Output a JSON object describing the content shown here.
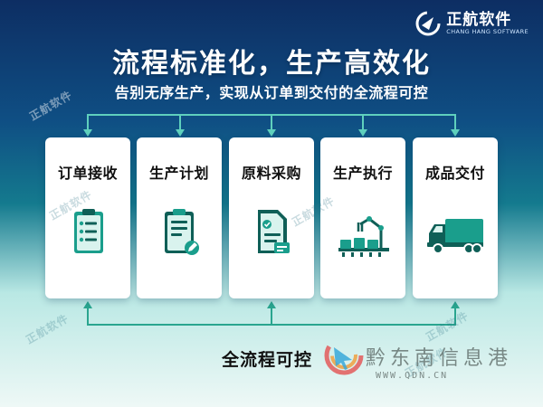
{
  "brand": {
    "name_cn": "正航软件",
    "name_en": "CHANG HANG SOFTWARE"
  },
  "header": {
    "title": "流程标准化，生产高效化",
    "subtitle": "告别无序生产，实现从订单到交付的全流程可控"
  },
  "steps": [
    {
      "label": "订单接收",
      "icon": "clipboard-list-icon"
    },
    {
      "label": "生产计划",
      "icon": "clipboard-edit-icon"
    },
    {
      "label": "原料采购",
      "icon": "document-check-icon"
    },
    {
      "label": "生产执行",
      "icon": "assembly-line-robot-icon"
    },
    {
      "label": "成品交付",
      "icon": "delivery-truck-icon"
    }
  ],
  "footer": {
    "label": "全流程可控"
  },
  "watermark_site": {
    "name": "黔东南信息港",
    "url": "WWW.QDN.CN"
  },
  "colors": {
    "accent": "#1a9e8c",
    "icon_dark": "#0f5f57",
    "line": "#4fc8b4"
  }
}
